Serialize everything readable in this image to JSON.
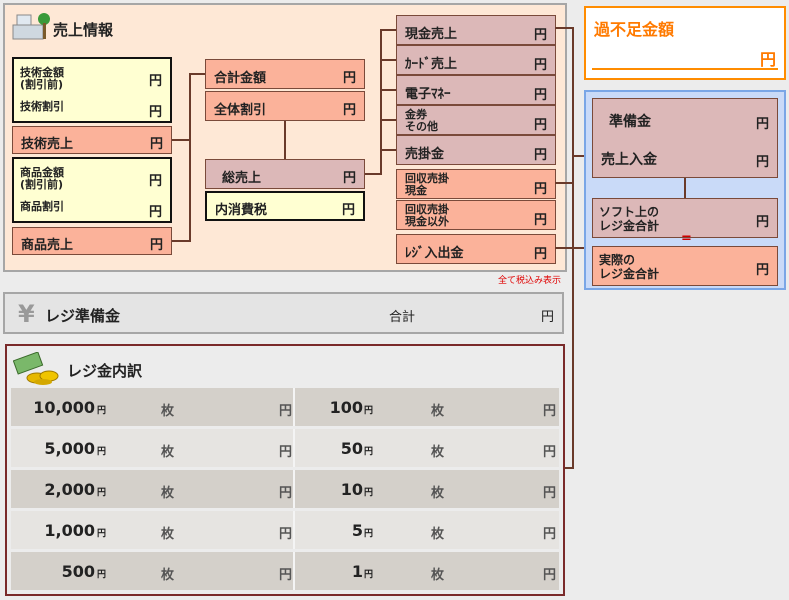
{
  "sales_info": {
    "title": "売上情報",
    "tech_amount": "技術金額\n(割引前)",
    "tech_discount": "技術割引",
    "tech_sales": "技術売上",
    "product_amount": "商品金額\n(割引前)",
    "product_discount": "商品割引",
    "product_sales": "商品売上",
    "total_amount": "合計金額",
    "overall_discount": "全体割引",
    "gross_sales": "総売上",
    "tax_included": "内消費税",
    "cash_sales": "現金売上",
    "card_sales": "ｶｰﾄﾞ売上",
    "e_money": "電子ﾏﾈｰ",
    "voucher_other": "金券\nその他",
    "credit_sales": "売掛金",
    "collected_cash": "回収売掛\n現金",
    "collected_noncash": "回収売掛\n現金以外",
    "register_inout": "ﾚｼﾞ入出金",
    "tax_note": "全て税込み表示",
    "yen": "円"
  },
  "shortage": {
    "title": "過不足金額",
    "yen": "円"
  },
  "right_panel": {
    "reserve": "準備金",
    "sales_deposit": "売上入金",
    "software_total": "ソフト上の\nレジ金合計",
    "actual_total": "実際の\nレジ金合計",
    "equals": "=",
    "yen": "円"
  },
  "register_reserve": {
    "title": "レジ準備金",
    "total_label": "合計",
    "yen": "円",
    "icon": "yen-sign-icon"
  },
  "breakdown": {
    "title": "レジ金内訳",
    "icon": "money-coins-icon",
    "count_unit": "枚",
    "yen": "円",
    "small_yen": "円",
    "left": [
      "10,000",
      "5,000",
      "2,000",
      "1,000",
      "500"
    ],
    "right": [
      "100",
      "50",
      "10",
      "5",
      "1"
    ]
  },
  "colors": {
    "peach": "#fbb29a",
    "yellow": "#ffffd2",
    "pink": "#dcb8b8",
    "orange": "#ff8c00",
    "blue": "#c9daf8"
  }
}
